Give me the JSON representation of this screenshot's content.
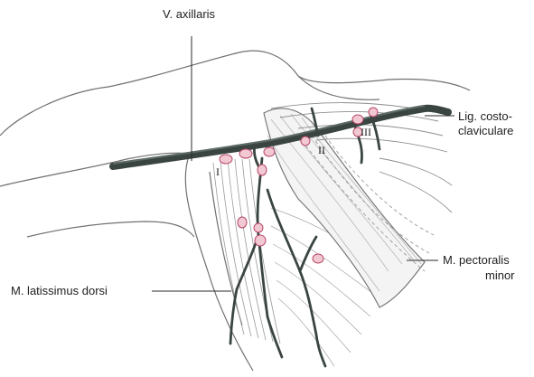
{
  "labels": {
    "vena": "V. axillaris",
    "lig_line1": "Lig. costo-",
    "lig_line2": "claviculare",
    "pect_line1": "M. pectoralis",
    "pect_line2": "minor",
    "latissimus": "M. latissimus dorsi"
  },
  "levels": [
    "I",
    "II",
    "III"
  ],
  "colors": {
    "vessel": "#3a4542",
    "node_fill": "#f2c8d2",
    "node_stroke": "#b8486a",
    "outline": "#707070",
    "muscle_line": "#9a9a9a"
  }
}
